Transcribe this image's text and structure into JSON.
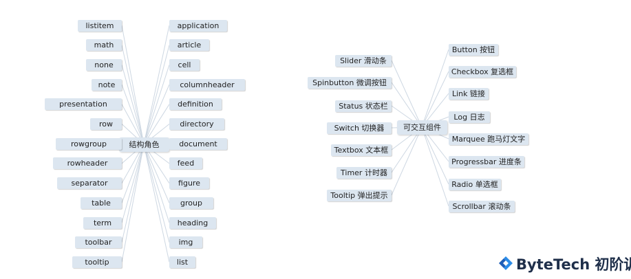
{
  "structural": {
    "center": "结构角色",
    "left": [
      "listitem",
      "math",
      "none",
      "note",
      "presentation",
      "row",
      "rowgroup",
      "rowheader",
      "separator",
      "table",
      "term",
      "toolbar",
      "tooltip"
    ],
    "right": [
      "application",
      "article",
      "cell",
      "columnheader",
      "definition",
      "directory",
      "document",
      "feed",
      "figure",
      "group",
      "heading",
      "img",
      "list"
    ]
  },
  "interactive": {
    "center": "可交互组件",
    "left": [
      "Slider 滑动条",
      "Spinbutton 微调按钮",
      "Status 状态栏",
      "Switch 切换器",
      "Textbox 文本框",
      "Timer 计时器",
      "Tooltip 弹出提示"
    ],
    "right": [
      "Button 按钮",
      "Checkbox 复选框",
      "Link 链接",
      "Log 日志",
      "Marquee 跑马灯文字",
      "Progressbar 进度条",
      "Radio 单选框",
      "Scrollbar 滚动条"
    ]
  },
  "brand": {
    "name": "ByteTech 初阶训",
    "icon": "bytetech-logo-icon",
    "color": "#1f2f4a",
    "accent": "#2b8ce8"
  },
  "colors": {
    "node_fill": "#dce6f0",
    "line": "#cdd7e2"
  }
}
